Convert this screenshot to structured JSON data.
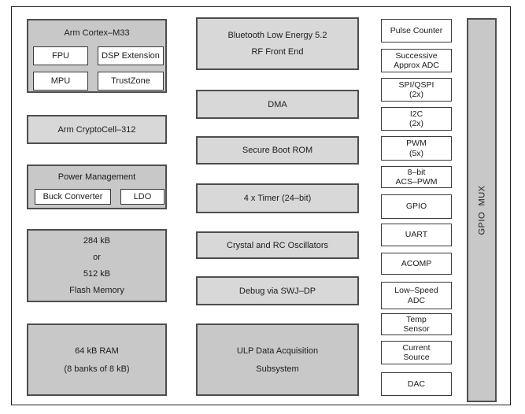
{
  "colors": {
    "box_dark": "#c8c8c8",
    "box_light": "#d8d8d8",
    "box_white": "#ffffff",
    "box_border": "#4e4e4e",
    "frame_border": "#222222",
    "text": "#1c1c1c"
  },
  "left_column": {
    "cpu": {
      "title": "Arm Cortex–M33",
      "children": [
        "FPU",
        "DSP Extension",
        "MPU",
        "TrustZone"
      ]
    },
    "cryptocell": {
      "title": "Arm CryptoCell–312"
    },
    "power": {
      "title": "Power Management",
      "children": [
        "Buck Converter",
        "LDO"
      ]
    },
    "flash": {
      "lines": [
        "284 kB",
        "or",
        "512 kB",
        "Flash Memory"
      ]
    },
    "ram": {
      "lines": [
        "64 kB RAM",
        "(8 banks of 8 kB)"
      ]
    }
  },
  "middle_column": {
    "ble": {
      "lines": [
        "Bluetooth Low Energy 5.2",
        "RF Front End"
      ]
    },
    "dma": {
      "title": "DMA"
    },
    "boot_rom": {
      "title": "Secure Boot ROM"
    },
    "timer": {
      "title": "4 x Timer  (24–bit)"
    },
    "oscillators": {
      "title": "Crystal and RC Oscillators"
    },
    "debug": {
      "title": "Debug via SWJ–DP"
    },
    "ulp": {
      "lines": [
        "ULP Data Acquisition",
        "Subsystem"
      ]
    }
  },
  "right_column": [
    {
      "lines": [
        "Pulse Counter"
      ]
    },
    {
      "lines": [
        "Successive",
        "Approx ADC"
      ]
    },
    {
      "lines": [
        "SPI/QSPI",
        "(2x)"
      ]
    },
    {
      "lines": [
        "I2C",
        "(2x)"
      ]
    },
    {
      "lines": [
        "PWM",
        "(5x)"
      ]
    },
    {
      "lines": [
        "8–bit",
        "ACS–PWM"
      ]
    },
    {
      "lines": [
        "GPIO"
      ]
    },
    {
      "lines": [
        "UART"
      ]
    },
    {
      "lines": [
        "ACOMP"
      ]
    },
    {
      "lines": [
        "Low–Speed",
        "ADC"
      ]
    },
    {
      "lines": [
        "Temp",
        "Sensor"
      ]
    },
    {
      "lines": [
        "Current",
        "Source"
      ]
    },
    {
      "lines": [
        "DAC"
      ]
    }
  ],
  "gpio_mux": {
    "label": "GPIO MUX"
  }
}
